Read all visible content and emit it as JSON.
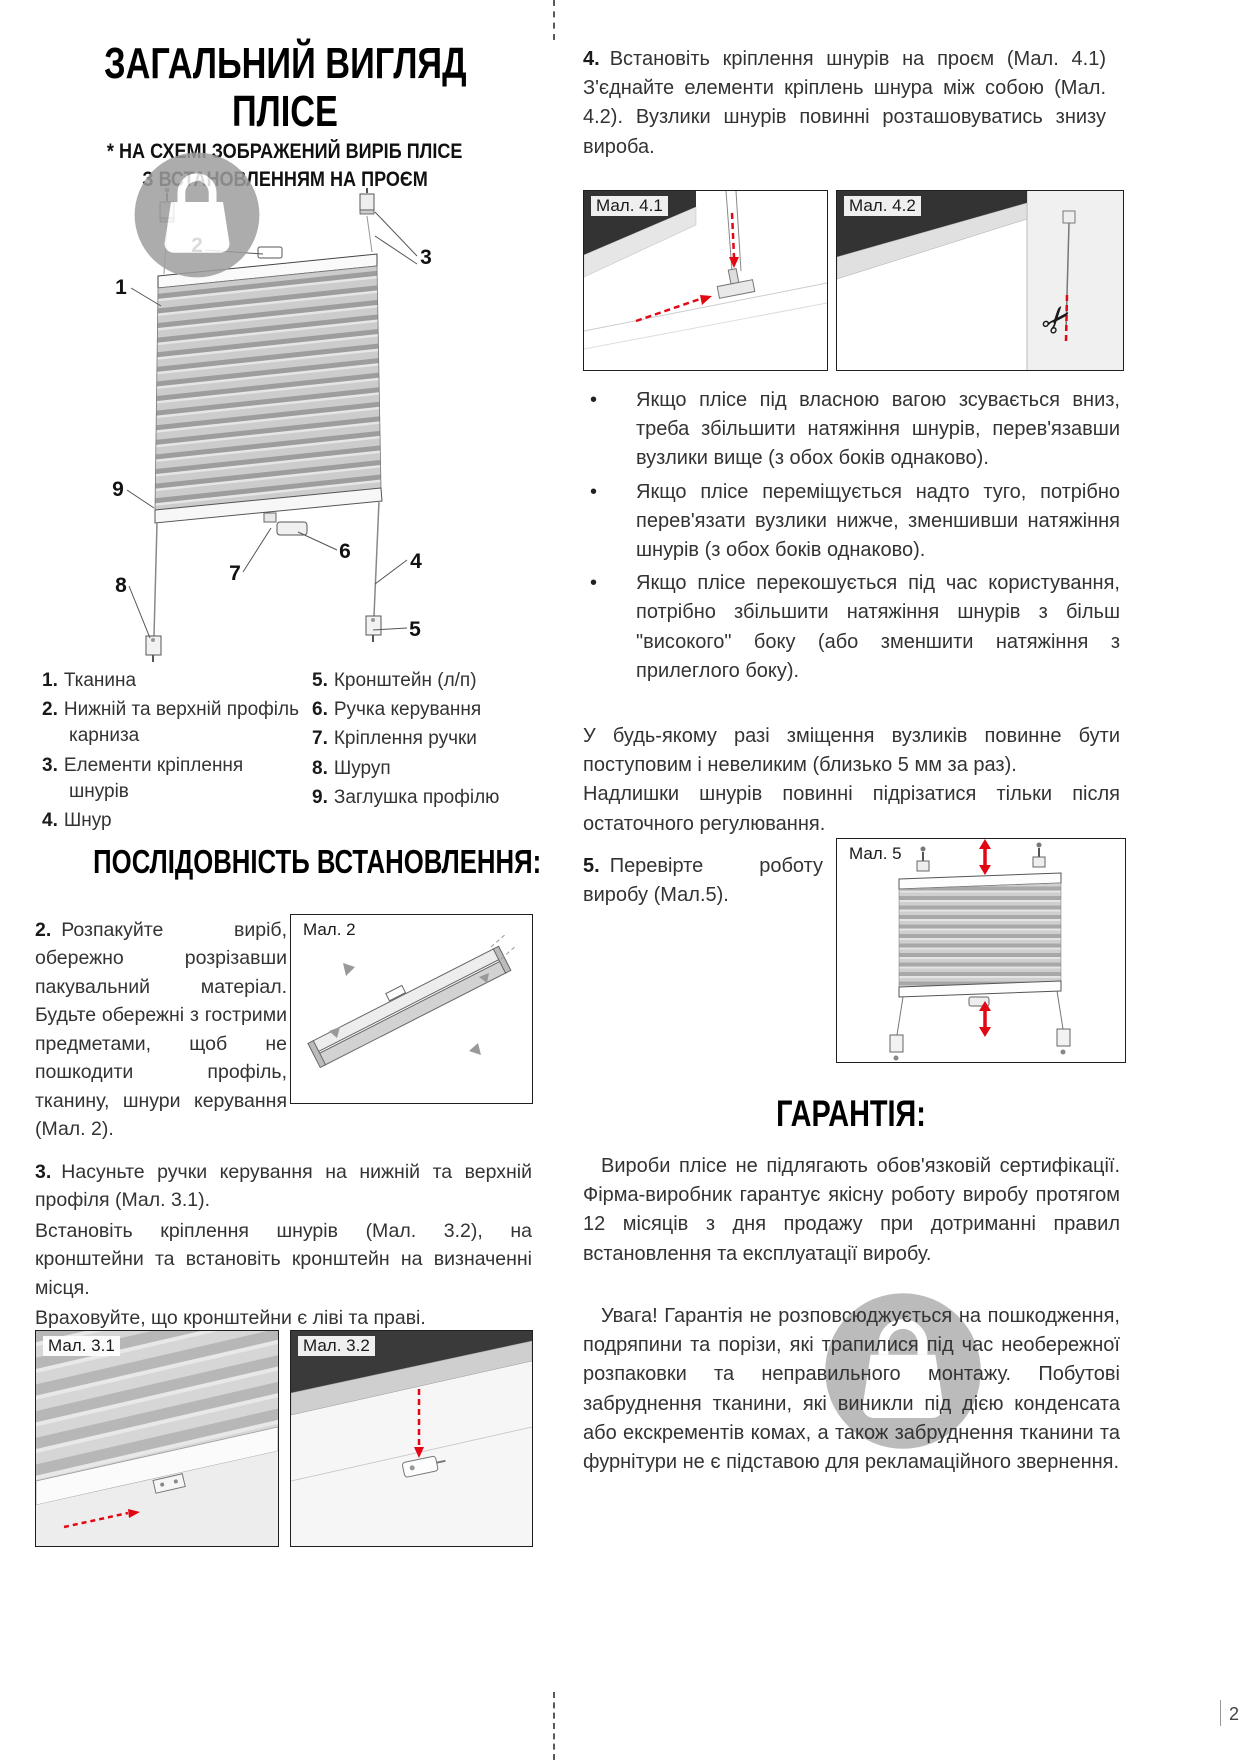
{
  "colors": {
    "accent_red": "#e30613",
    "watermark_grey": "#ababab"
  },
  "icons": {
    "scissors": "✂",
    "bullet": "•"
  },
  "page_number": "2",
  "left": {
    "title1": "ЗАГАЛЬНИЙ ВИГЛЯД",
    "title2": "ПЛІСЕ",
    "subtitle1": "* НА СХЕМІ ЗОБРАЖЕНИЙ ВИРІБ ПЛІСЕ",
    "subtitle2": "З ВСТАНОВЛЕННЯМ НА ПРОЄМ",
    "legend1": [
      {
        "num": "1.",
        "text": "Тканина"
      },
      {
        "num": "2.",
        "text": "Нижній та верхній профіль карниза"
      },
      {
        "num": "3.",
        "text": "Елементи кріплення шнурів"
      },
      {
        "num": "4.",
        "text": "Шнур"
      }
    ],
    "legend2": [
      {
        "num": "5.",
        "text": "Кронштейн (л/п)"
      },
      {
        "num": "6.",
        "text": "Ручка керування"
      },
      {
        "num": "7.",
        "text": "Кріплення ручки"
      },
      {
        "num": "8.",
        "text": "Шуруп"
      },
      {
        "num": "9.",
        "text": "Заглушка профілю"
      }
    ],
    "section_title": "ПОСЛІДОВНІСТЬ ВСТАНОВЛЕННЯ:",
    "step2_num": "2.",
    "step2_text": "Розпакуйте виріб, обережно розрізавши пакувальний матеріал. Будьте обережні з гострими предметами, щоб не пошкодити профіль, тканину, шнури керування (Мал. 2).",
    "step3_num": "3.",
    "step3_text1": "Насуньте ручки керування на нижній та верхній профіля (Мал. 3.1).",
    "step3_text2": "Встановіть кріплення шнурів (Мал. 3.2), на кронштейни та встановіть кронштейн на визначенні місця.",
    "step3_text3": "Враховуйте, що кронштейни є ліві та праві."
  },
  "right": {
    "step4_num": "4.",
    "step4_text": "Встановіть кріплення шнурів на проєм (Мал. 4.1) З'єднайте елементи кріплень шнура між собою (Мал. 4.2). Вузлики шнурів повинні розташовуватись знизу вироба.",
    "bullets": [
      "Якщо плісе під власною вагою зсувається вниз, треба збільшити натяжіння шнурів, перев'язавши вузлики вище (з обох боків однаково).",
      "Якщо плісе переміщується надто туго, потрібно перев'язати вузлики нижче, зменшивши натяжіння шнурів (з обох боків однаково).",
      "Якщо плісе перекошується під час користування, потрібно збільшити натяжіння шнурів з більш \"високого\" боку (або зменшити натяжіння з прилеглого боку)."
    ],
    "para1": "У будь-якому разі зміщення вузликів повинне бути поступовим і невеликим (близько 5 мм за раз).",
    "para2": "Надлишки шнурів повинні підрізатися тільки після остаточного регулювання.",
    "step5_num": "5.",
    "step5_text": "Перевірте роботу виробу (Мал.5).",
    "warranty_title": "ГАРАНТІЯ:",
    "warranty1": "Вироби плісе не підлягають обов'язковій сертифікації. Фірма-виробник гарантує якісну роботу виробу протягом 12 місяців з дня продажу при дотриманні правил встановлення та експлуатації виробу.",
    "warranty2": "Увага! Гарантія не розповсюджується на пошкодження, подряпини та порізи, які трапилися під час необережної розпаковки та неправильного монтажу. Побутові забруднення тканини, які виникли під дією конденсата або екскрементів комах, а також забруднення тканини та фурнітури не є підставою для рекламаційного звернення."
  },
  "figures": {
    "fig2": "Мал. 2",
    "fig31": "Мал. 3.1",
    "fig32": "Мал. 3.2",
    "fig41": "Мал. 4.1",
    "fig42": "Мал. 4.2",
    "fig5": "Мал. 5"
  },
  "diagram": {
    "labels": [
      "1",
      "2",
      "3",
      "4",
      "5",
      "6",
      "7",
      "8",
      "9"
    ]
  }
}
